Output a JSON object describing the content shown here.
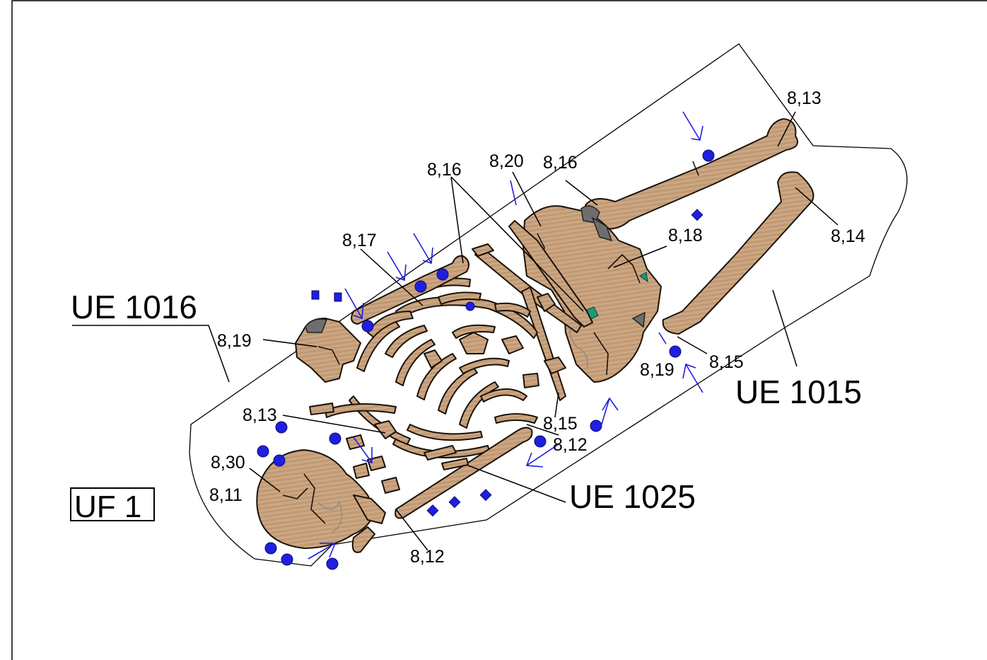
{
  "labels": {
    "l_813_top": "8,13",
    "l_814": "8,14",
    "l_820": "8,20",
    "l_816_a": "8,16",
    "l_816_b": "8,16",
    "l_818": "8,18",
    "l_817": "8,17",
    "l_819_left": "8,19",
    "l_819_right": "8,19",
    "l_815_right": "8,15",
    "l_815_mid": "8,15",
    "l_812_mid": "8,12",
    "l_812_bottom": "8,12",
    "l_813_left": "8,13",
    "l_830": "8,30",
    "l_811": "8,11"
  },
  "units": {
    "ue_1016": "UE 1016",
    "ue_1015": "UE 1015",
    "ue_1025": "UE 1025",
    "uf_1": "UF 1"
  },
  "colors": {
    "bone": "#c9a27e",
    "marker_blue": "#1f1fe0",
    "grey_bone": "#6e6e6e",
    "green_fragment": "#1a9b7a"
  },
  "icons": {
    "dot": "find-dot-icon",
    "square": "find-square-icon",
    "arrow": "orientation-arrow-icon"
  }
}
